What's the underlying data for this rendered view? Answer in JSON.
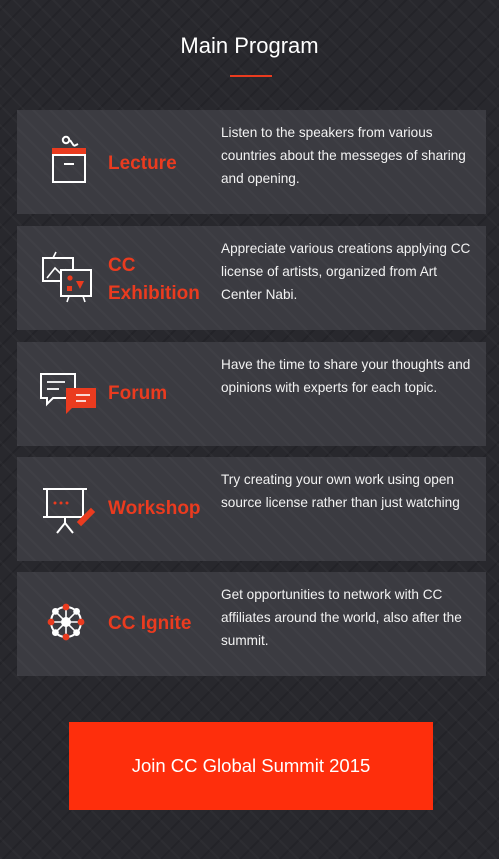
{
  "header": {
    "title": "Main Program"
  },
  "programs": [
    {
      "icon": "lecture-podium-icon",
      "name": "Lecture",
      "description": "Listen to the speakers from various countries about the messeges of sharing and opening."
    },
    {
      "icon": "exhibition-frames-icon",
      "name": "CC Exhibition",
      "description": "Appreciate various creations applying CC license of artists, organized from Art Center Nabi."
    },
    {
      "icon": "speech-bubbles-icon",
      "name": "Forum",
      "description": "Have the time to share your thoughts and opinions with experts for each topic."
    },
    {
      "icon": "easel-pencil-icon",
      "name": "Workshop",
      "description": "Try creating your own work using open source license rather than just watching"
    },
    {
      "icon": "network-hub-icon",
      "name": "CC Ignite",
      "description": "Get opportunities to network with CC affiliates around the world, also after the summit."
    }
  ],
  "cta": {
    "label": "Join CC Global Summit 2015"
  },
  "colors": {
    "accent": "#ea3b1f",
    "button": "#fe2e0c",
    "card": "#3b3b41",
    "background": "#28282d"
  }
}
